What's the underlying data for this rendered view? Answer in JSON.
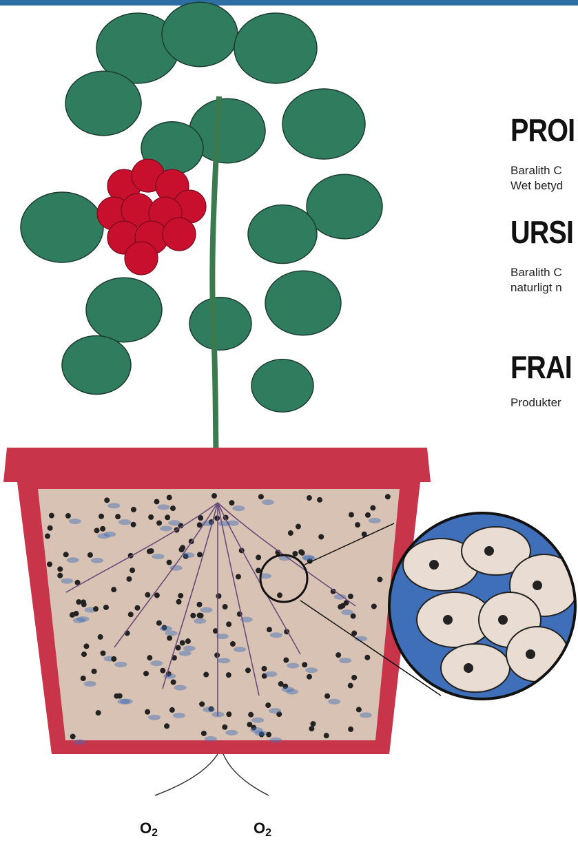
{
  "colors": {
    "top_bar": "#2d6ea3",
    "pot": "#c8344a",
    "pot_inner": "#e37a86",
    "leaf": "#2f7d5e",
    "flower": "#c8102e",
    "soil": "#d8c2b3",
    "water": "#3e6fb8"
  },
  "sections": [
    {
      "heading": "PROI",
      "lines": [
        "Baralith C",
        "Wet betyd"
      ]
    },
    {
      "heading": "URSI",
      "lines": [
        "Baralith C",
        "naturligt n"
      ]
    },
    {
      "heading": "FRAI",
      "lines": [
        "Produkter"
      ]
    }
  ],
  "labels": {
    "o2_left": {
      "base": "O",
      "sub": "2"
    },
    "o2_right": {
      "base": "O",
      "sub": "2"
    }
  },
  "icons": [
    "plant-illustration",
    "flower-pot-illustration",
    "magnifier-circle-illustration"
  ]
}
